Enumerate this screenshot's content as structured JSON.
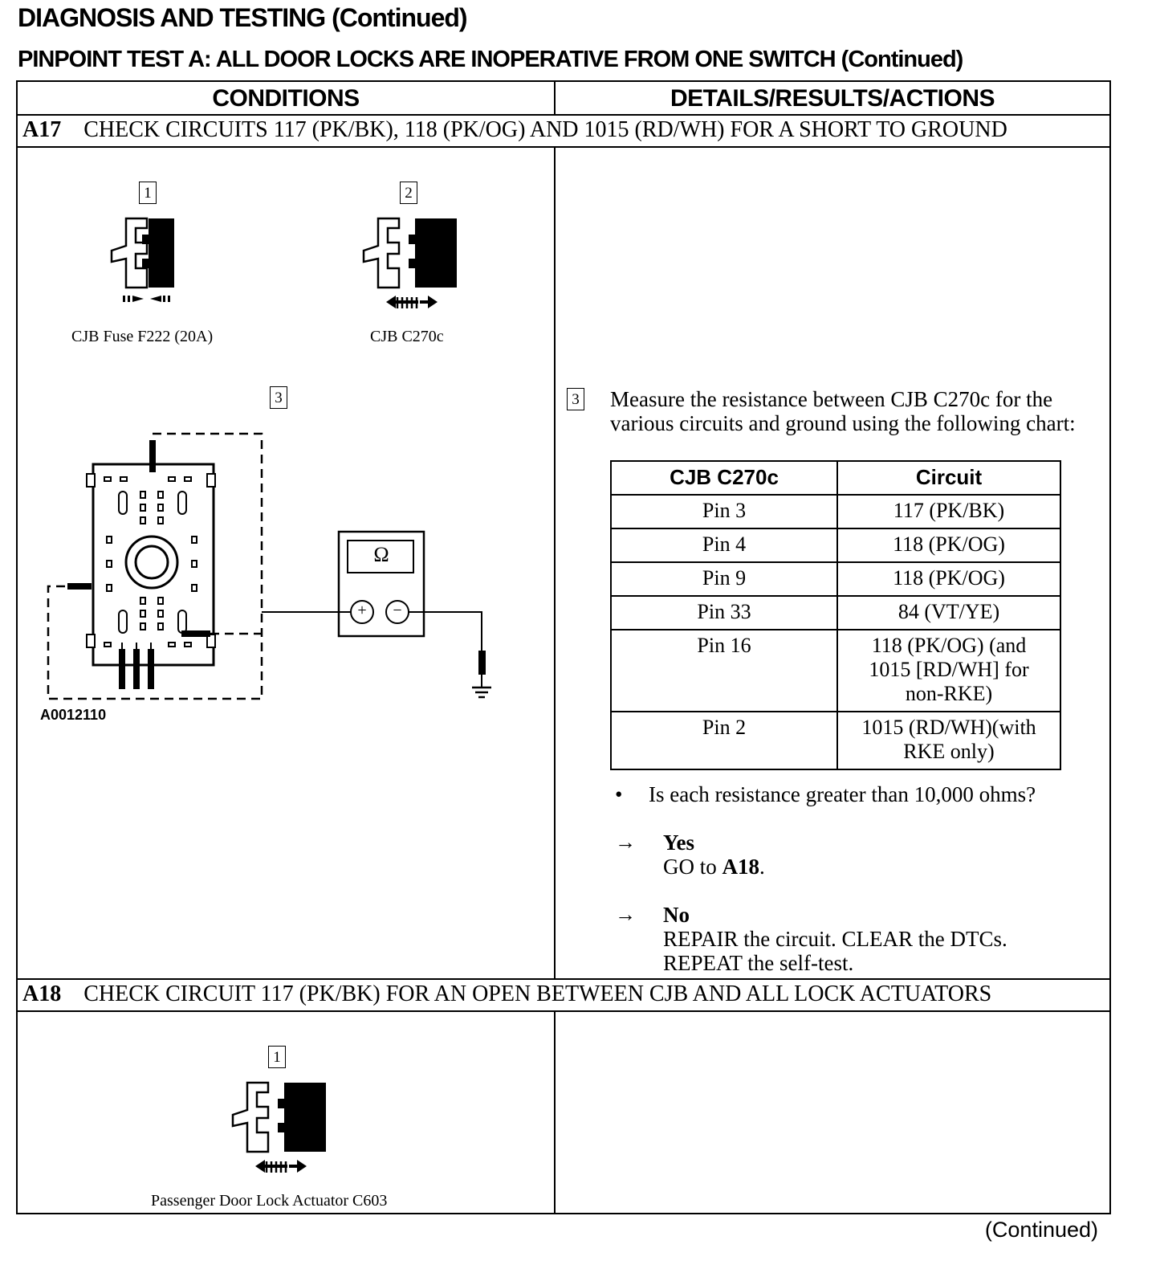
{
  "header": {
    "title": "DIAGNOSIS AND TESTING (Continued)",
    "subtitle": "PINPOINT TEST A:  ALL DOOR LOCKS ARE INOPERATIVE FROM ONE SWITCH (Continued)"
  },
  "columns": {
    "conditions": "CONDITIONS",
    "details": "DETAILS/RESULTS/ACTIONS"
  },
  "step_a17": {
    "id": "A17",
    "title": "CHECK CIRCUITS 117 (PK/BK), 118 (PK/OG) AND 1015 (RD/WH) FOR A SHORT TO GROUND",
    "callout1": "1",
    "callout2": "2",
    "callout3": "3",
    "caption1": "CJB Fuse F222 (20A)",
    "caption2": "CJB C270c",
    "figure_id": "A0012110",
    "meter_symbol": "Ω",
    "meter_plus": "+",
    "meter_minus": "−",
    "detail_callout": "3",
    "instruction": "Measure the resistance between CJB C270c for the various circuits and ground using the following chart:",
    "table": {
      "headers": [
        "CJB C270c",
        "Circuit"
      ],
      "rows": [
        [
          "Pin 3",
          "117 (PK/BK)"
        ],
        [
          "Pin 4",
          "118 (PK/OG)"
        ],
        [
          "Pin 9",
          "118 (PK/OG)"
        ],
        [
          "Pin 33",
          "84 (VT/YE)"
        ],
        [
          "Pin 16",
          "118 (PK/OG) (and 1015 [RD/WH] for non-RKE)"
        ],
        [
          "Pin 2",
          "1015 (RD/WH)(with RKE only)"
        ]
      ]
    },
    "bullet": "•",
    "question": "Is each resistance greater than 10,000 ohms?",
    "arrow": "→",
    "yes_label": "Yes",
    "yes_action_prefix": "GO to ",
    "yes_action_target": "A18",
    "yes_action_suffix": ".",
    "no_label": "No",
    "no_action_line1": "REPAIR the circuit. CLEAR the DTCs.",
    "no_action_line2": "REPEAT the self-test."
  },
  "step_a18": {
    "id": "A18",
    "title": "CHECK CIRCUIT 117 (PK/BK) FOR AN OPEN BETWEEN CJB AND ALL LOCK ACTUATORS",
    "callout1": "1",
    "caption1": "Passenger Door Lock Actuator C603"
  },
  "footer": {
    "continued": "(Continued)"
  }
}
